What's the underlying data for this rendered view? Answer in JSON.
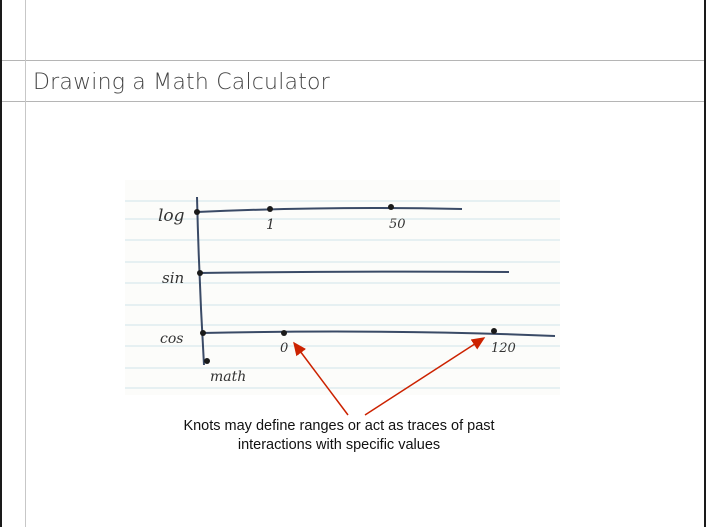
{
  "slide": {
    "title": "Drawing a Math Calculator"
  },
  "sketch": {
    "labels": {
      "log": "log",
      "sin": "sin",
      "cos": "cos",
      "math": "math"
    },
    "knot_values": {
      "log_a": "1",
      "log_b": "50",
      "cos_a": "0",
      "cos_b": "120"
    }
  },
  "annotation": {
    "caption": "Knots may define ranges or act as traces of past interactions with specific values",
    "arrow_color": "#cc2200"
  }
}
